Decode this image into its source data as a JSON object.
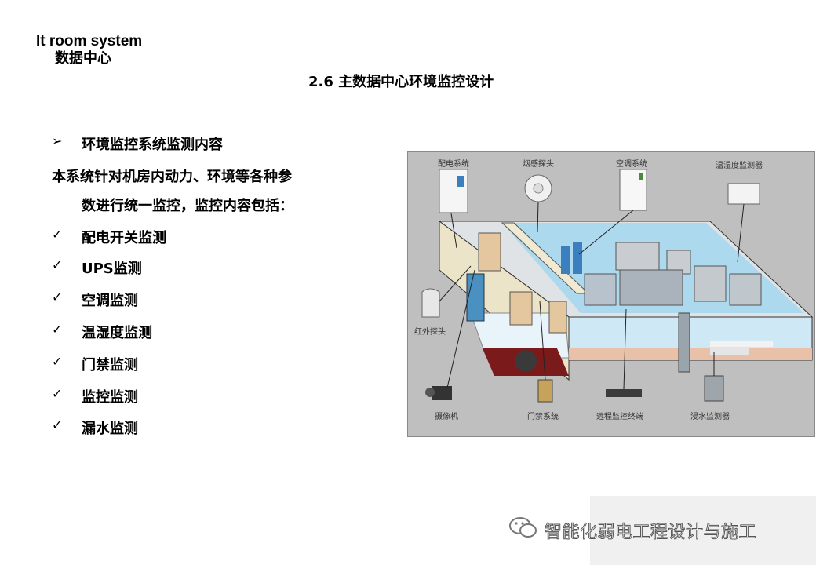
{
  "header": {
    "en": "It room system",
    "cn": "数据中心"
  },
  "title": "2.6 主数据中心环境监控设计",
  "section_heading": "环境监控系统监测内容",
  "intro_line1": "本系统针对机房内动力、环境等各种参",
  "intro_line2": "数进行统一监控，监控内容包括：",
  "items": [
    "配电开关监测",
    "UPS监测",
    "空调监测",
    "温湿度监测",
    "门禁监测",
    "监控监测",
    "漏水监测"
  ],
  "figure_labels": {
    "power": "配电系统",
    "smoke": "烟感探头",
    "ac": "空调系统",
    "temp": "温湿度监测器",
    "ir": "红外探头",
    "camera": "摄像机",
    "door": "门禁系统",
    "remote": "远程监控终端",
    "water": "浸水监测器"
  },
  "watermark": "智能化弱电工程设计与施工"
}
